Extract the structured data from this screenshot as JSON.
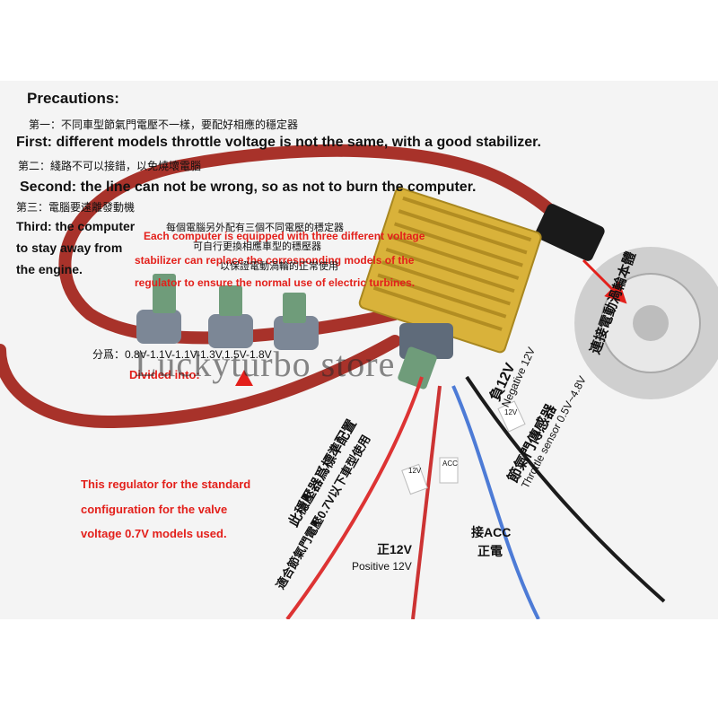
{
  "precautions": {
    "title": "Precautions:",
    "zh1": "第一：不同車型節氣門電壓不一樣，要配好相應的穩定器",
    "en1": "First: different models throttle voltage is not the same, with a good stabilizer.",
    "zh2": "第二：綫路不可以接錯，以免燒壞電腦",
    "en2": "Second: the line can not be wrong, so as not to burn the computer.",
    "zh3": "第三：電腦要遠離發動機",
    "en3_line1": "Third: the computer",
    "en3_line2": "to stay away from",
    "en3_line3": "the engine."
  },
  "stabilizer_note": {
    "zh_line1": "每個電腦另外配有三個不同電壓的穩定器",
    "zh_line2": "可自行更換相應車型的穩壓器",
    "zh_line3": "以保證電動渦輪的正常使用",
    "en_line1": "Each computer is equipped with three different voltage",
    "en_line2": "stabilizer can replace the corresponding models of the",
    "en_line3": "regulator to ensure the normal use of electric turbines."
  },
  "divided": {
    "zh": "分爲：0.8V-1.1V-1.1V-1.3V,1.5V-1.8V",
    "en": "Divided into:"
  },
  "watermark": "Luckyturbo store",
  "turbine_label_zh": "連接電動渦輪本體",
  "negative": {
    "zh": "負12V",
    "en": "Negative 12V"
  },
  "throttle": {
    "zh": "節氣門傳感器",
    "en": "Throttle sensor 0.5V~4.8V"
  },
  "regulator_zh_line1": "此穩壓器爲標準配置",
  "regulator_zh_line2": "適合節氣門電壓0.7V以下車型使用",
  "regulator_en": {
    "line1": "This regulator for the standard",
    "line2": "configuration for the valve",
    "line3": "voltage 0.7V models used."
  },
  "positive": {
    "zh": "正12V",
    "en": "Positive 12V"
  },
  "acc": {
    "line1": "接ACC",
    "line2": "正電"
  },
  "wire_tags": {
    "t1": "12V",
    "t2": "ACC",
    "t3": "12V"
  },
  "colors": {
    "cable": "#a8322a",
    "box": "#d9b23a",
    "connector": "#6f9c7a",
    "text_red": "#e3201b"
  }
}
